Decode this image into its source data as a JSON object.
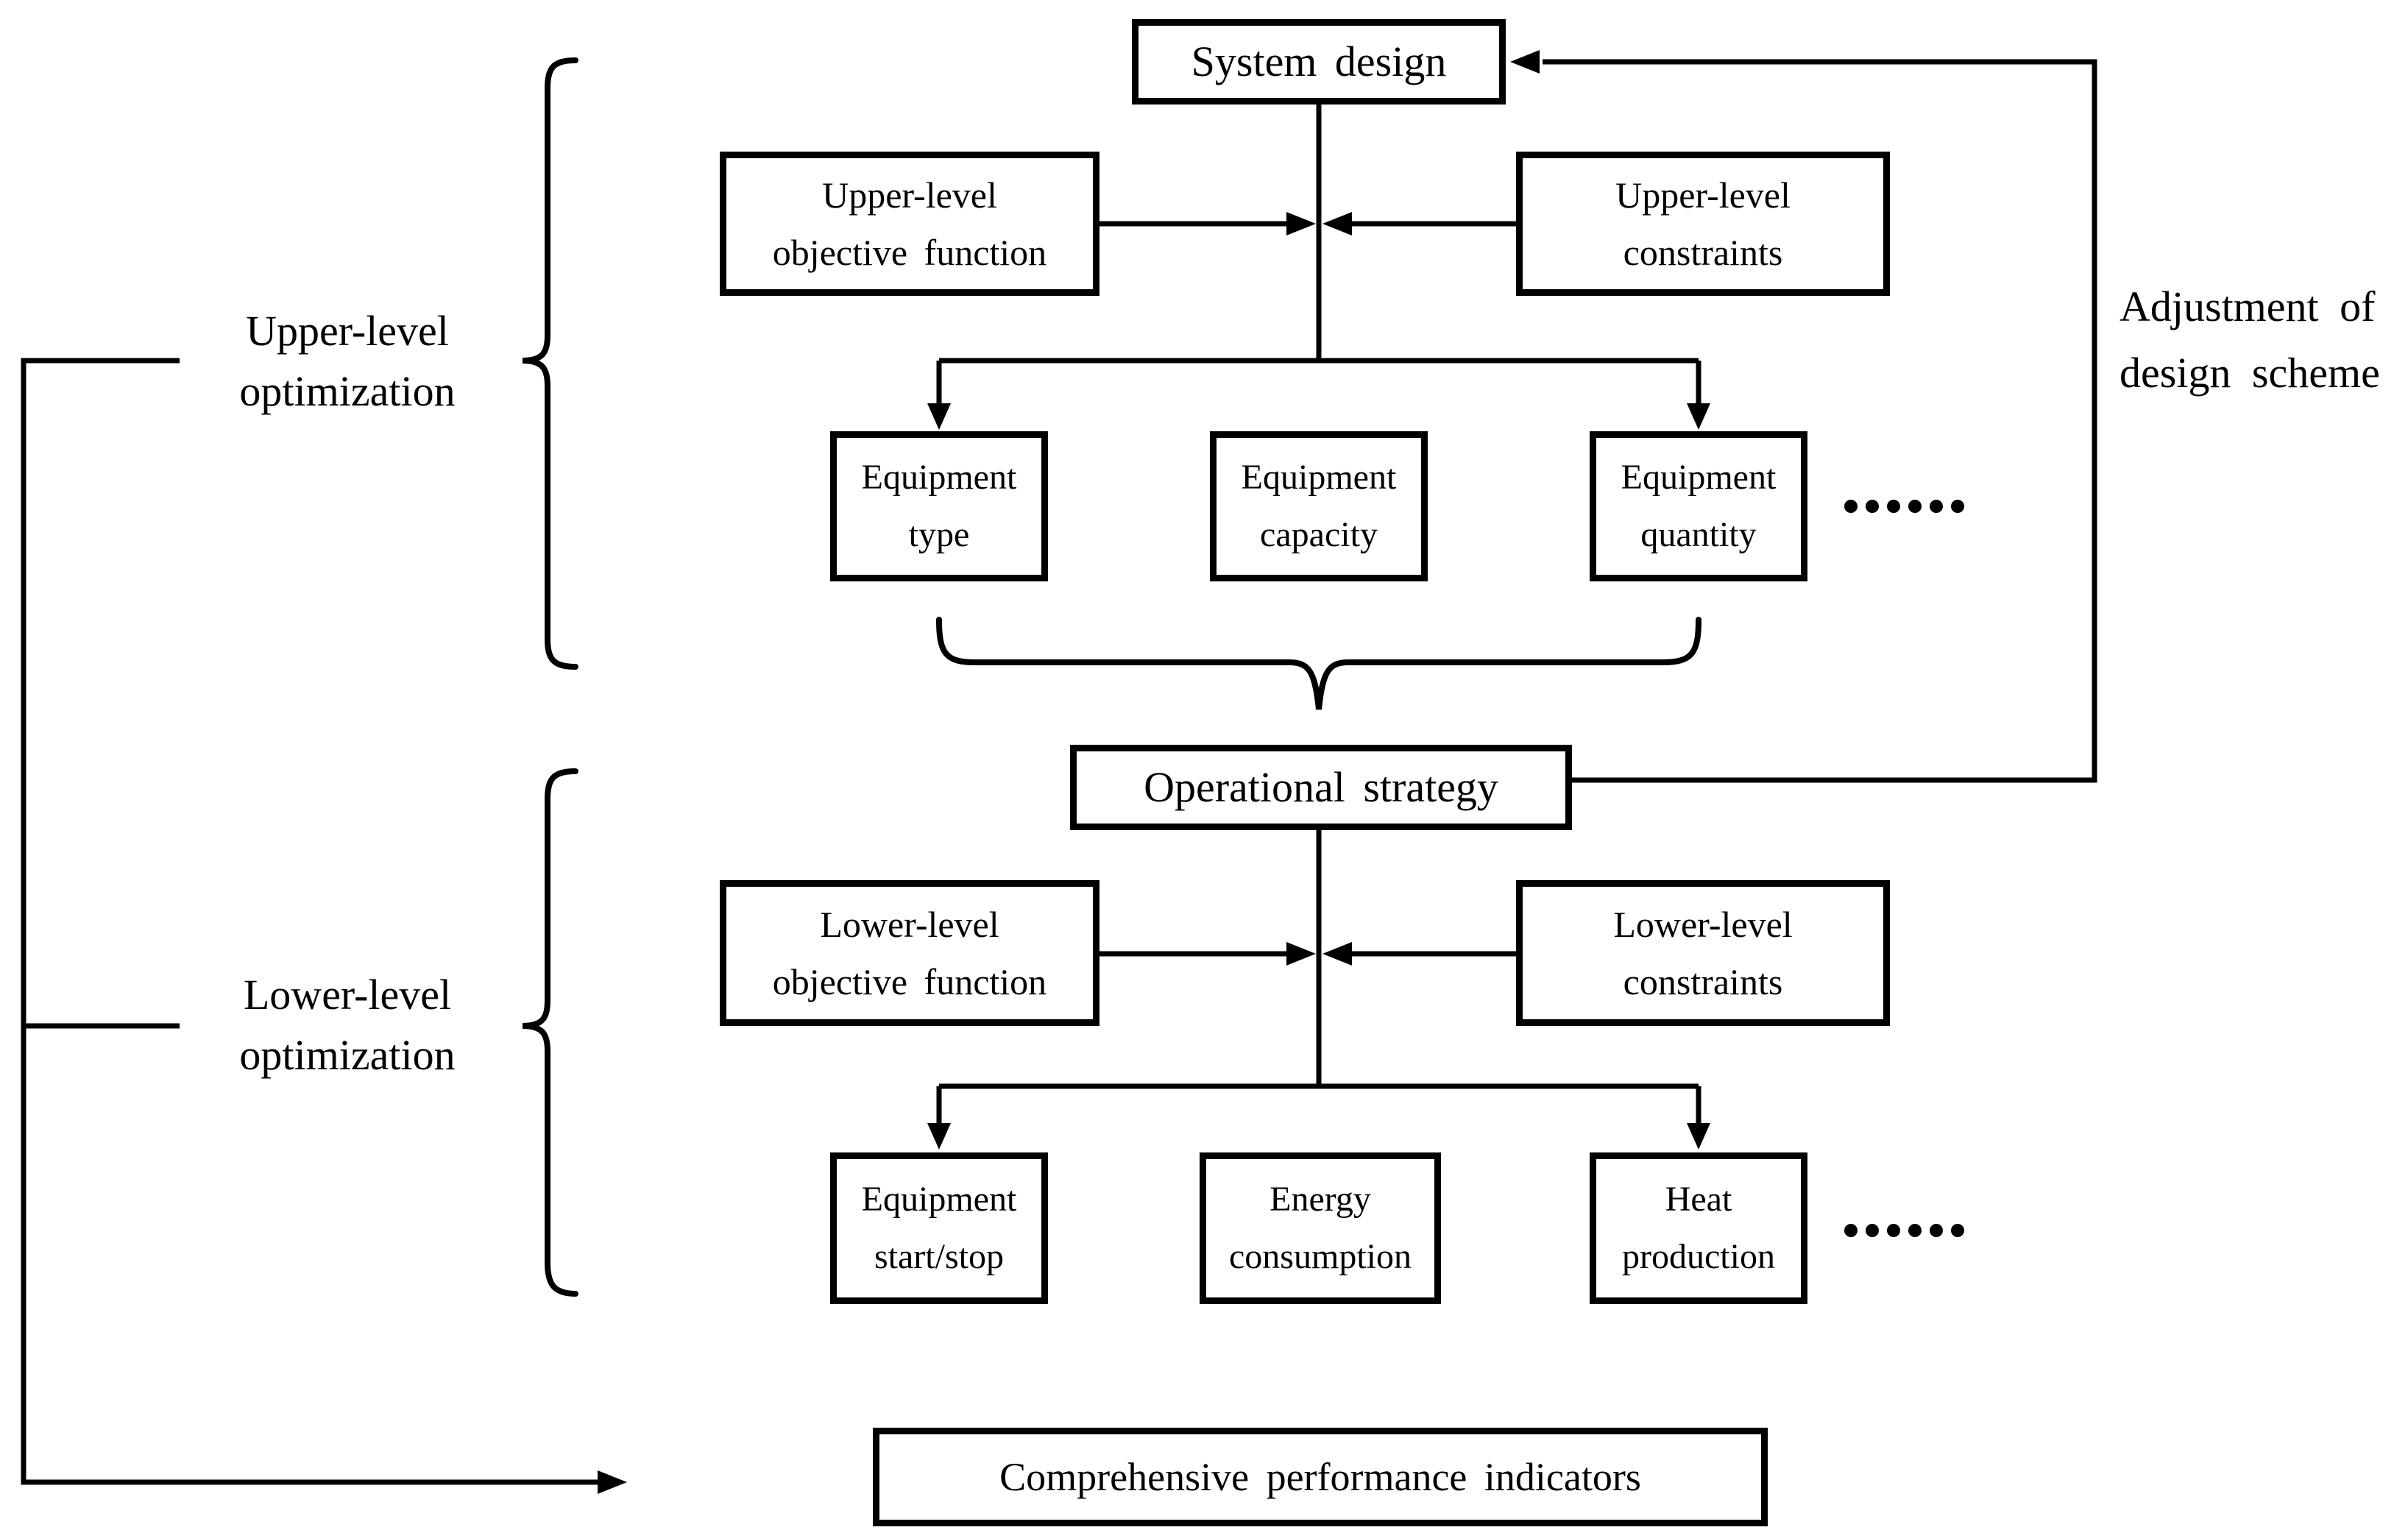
{
  "colors": {
    "ink": "#000000",
    "paper": "#ffffff"
  },
  "upper_section": {
    "label": "Upper-level\noptimization",
    "design_box": "System design",
    "objective_box": "Upper-level\nobjective function",
    "constraints_box": "Upper-level\nconstraints",
    "decision_boxes": [
      "Equipment\ntype",
      "Equipment\ncapacity",
      "Equipment\nquantity"
    ],
    "more_text": "……"
  },
  "lower_section": {
    "label": "Lower-level\noptimization",
    "strategy_box": "Operational strategy",
    "objective_box": "Lower-level\nobjective function",
    "constraints_box": "Lower-level\nconstraints",
    "decision_boxes": [
      "Equipment\nstart/stop",
      "Energy\nconsumption",
      "Heat\nproduction"
    ],
    "more_text": "……"
  },
  "feedback": {
    "label": "Adjustment of\ndesign scheme"
  },
  "result_box": "Comprehensive performance indicators"
}
